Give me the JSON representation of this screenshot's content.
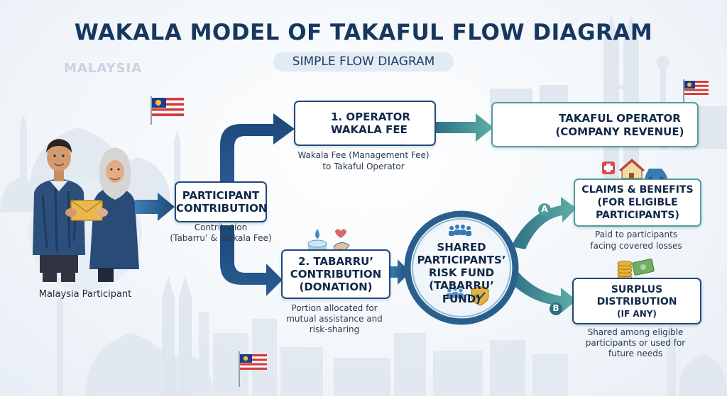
{
  "header": {
    "title": "WAKALA MODEL OF TAKAFUL FLOW DIAGRAM",
    "subtitle": "SIMPLE FLOW DIAGRAM",
    "country_watermark": "MALAYSIA"
  },
  "participant": {
    "label": "Malaysia  Participant"
  },
  "nodes": {
    "contribution": {
      "title_line1": "PARTICIPANT",
      "title_line2": "CONTRIBUTION",
      "caption_line1": "Contribution",
      "caption_line2": "(Tabarru’ & Wakala Fee)"
    },
    "wakala_fee": {
      "title_line1": "1. OPERATOR",
      "title_line2": "WAKALA FEE",
      "caption_line1": "Wakala Fee (Management Fee)",
      "caption_line2": "to Takaful Operator"
    },
    "operator": {
      "title_line1": "TAKAFUL OPERATOR",
      "title_line2": "(COMPANY REVENUE)"
    },
    "tabarru": {
      "title_line1": "2. TABARRU’",
      "title_line2": "CONTRIBUTION",
      "title_line3": "(DONATION)",
      "caption_line1": "Portion allocated for",
      "caption_line2": "mutual assistance and",
      "caption_line3": "risk-sharing"
    },
    "fund": {
      "line1": "SHARED",
      "line2": "PARTICIPANTS’",
      "line3": "RISK FUND",
      "line4": "(TABARRU’ FUND)"
    },
    "claims": {
      "title_line1": "CLAIMS & BENEFITS",
      "title_line2": "(FOR ELIGIBLE",
      "title_line3": "PARTICIPANTS)",
      "caption_line1": "Paid to participants",
      "caption_line2": "facing covered losses",
      "branch_label": "A"
    },
    "surplus": {
      "title_line1": "SURPLUS",
      "title_line2": "DISTRIBUTION",
      "title_line3": "(IF ANY)",
      "caption_line1": "Shared among eligible",
      "caption_line2": "participants or used for",
      "caption_line3": "future needs",
      "branch_label": "B"
    }
  },
  "icons": [
    "handshake-document-icon",
    "buildings-gears-icon",
    "water-drop-hand-icon",
    "medical-house-car-icon",
    "coins-cash-icon",
    "people-shield-icon",
    "envelope-icon",
    "flag-icon"
  ],
  "colors": {
    "navy": "#1e4a7a",
    "teal": "#4f9e9c",
    "title": "#17375e",
    "accent_orange": "#e8a33a"
  }
}
